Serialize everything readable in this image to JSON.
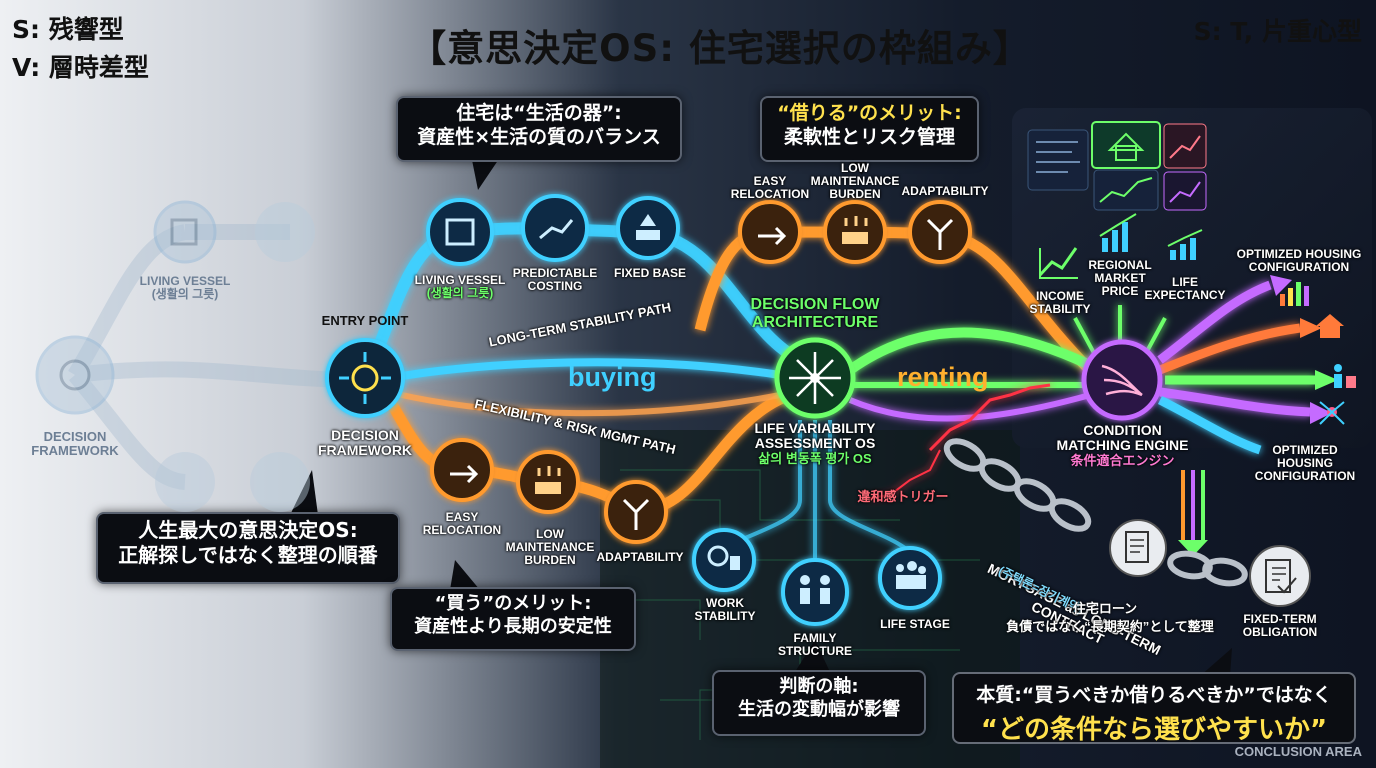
{
  "corner": {
    "s_left": "S: 残響型",
    "v_left": "V: 層時差型",
    "s_right": "S: T, 片重心型"
  },
  "title": "【意思決定OS: 住宅選択の枠組み】",
  "callouts": {
    "living": [
      "住宅は“生活の器”:",
      "資産性×生活の質のバランス"
    ],
    "renting": [
      "“借りる”のメリット:",
      "柔軟性とリスク管理"
    ],
    "decision": [
      "人生最大の意思決定OS:",
      "正解探しではなく整理の順番"
    ],
    "buying": [
      "“買う”のメリット:",
      "資産性より長期の安定性"
    ],
    "axis": [
      "判断の軸:",
      "生活の変動幅が影響"
    ],
    "conclusion": [
      "本質:“買うべきか借りるべきか”ではなく",
      "“どの条件なら選びやすいか”"
    ]
  },
  "faded": {
    "living_vessel": [
      "LIVING VESSEL",
      "(생활의 그릇)"
    ],
    "decision_framework": [
      "DECISION",
      "FRAMEWORK"
    ]
  },
  "entry": {
    "caption": "ENTRY POINT",
    "label": [
      "DECISION",
      "FRAMEWORK"
    ]
  },
  "buy_nodes": {
    "living_vessel": [
      "LIVING VESSEL",
      "(생활의 그릇)"
    ],
    "predictable_costing": [
      "PREDICTABLE",
      "COSTING"
    ],
    "fixed_base": [
      "FIXED BASE"
    ]
  },
  "rent_nodes": {
    "easy_relocation": [
      "EASY",
      "RELOCATION"
    ],
    "low_maintenance": [
      "LOW",
      "MAINTENANCE",
      "BURDEN"
    ],
    "adaptability": [
      "ADAPTABILITY"
    ]
  },
  "lower_nodes": {
    "easy_relocation": [
      "EASY",
      "RELOCATION"
    ],
    "low_maintenance": [
      "LOW",
      "MAINTENANCE",
      "BURDEN"
    ],
    "adaptability": [
      "ADAPTABILITY"
    ]
  },
  "paths": {
    "long_term": "LONG-TERM STABILITY PATH",
    "flexibility": "FLEXIBILITY & RISK MGMT PATH",
    "buying": "buying",
    "renting": "renting"
  },
  "center": {
    "title": [
      "DECISION FLOW",
      "ARCHITECTURE"
    ],
    "sub": [
      "LIFE VARIABILITY",
      "ASSESSMENT OS"
    ],
    "korean": "삶의 변동폭 평가 OS",
    "trigger": "違和感トリガー"
  },
  "life_nodes": {
    "work": [
      "WORK",
      "STABILITY"
    ],
    "family": [
      "FAMILY",
      "STRUCTURE"
    ],
    "stage": [
      "LIFE STAGE"
    ]
  },
  "right_factors": {
    "income": [
      "INCOME",
      "STABILITY"
    ],
    "regional": [
      "REGIONAL",
      "MARKET",
      "PRICE"
    ],
    "life_exp": [
      "LIFE",
      "EXPECTANCY"
    ]
  },
  "engine": {
    "label": [
      "CONDITION",
      "MATCHING ENGINE"
    ],
    "jp": "条件適合エンジン"
  },
  "outputs": {
    "top": [
      "OPTIMIZED HOUSING",
      "CONFIGURATION"
    ],
    "bottom": [
      "OPTIMIZED",
      "HOUSING",
      "CONFIGURATION"
    ]
  },
  "mortgage": {
    "line1": "MORTGAGE as LONG-TERM CONTRACT",
    "korean": "(주택론=장기계약)",
    "jp1": "住宅ローン",
    "jp2": "負債ではなく“長期契約”として整理"
  },
  "fixed_term": [
    "FIXED-TERM",
    "OBLIGATION"
  ],
  "conclusion_area": "CONCLUSION AREA",
  "colors": {
    "cyan": "#3fd0ff",
    "orange": "#ff9a2e",
    "green": "#6dff6a",
    "purple": "#c56bff",
    "gold": "#ffe14d",
    "red": "#ff3344"
  }
}
